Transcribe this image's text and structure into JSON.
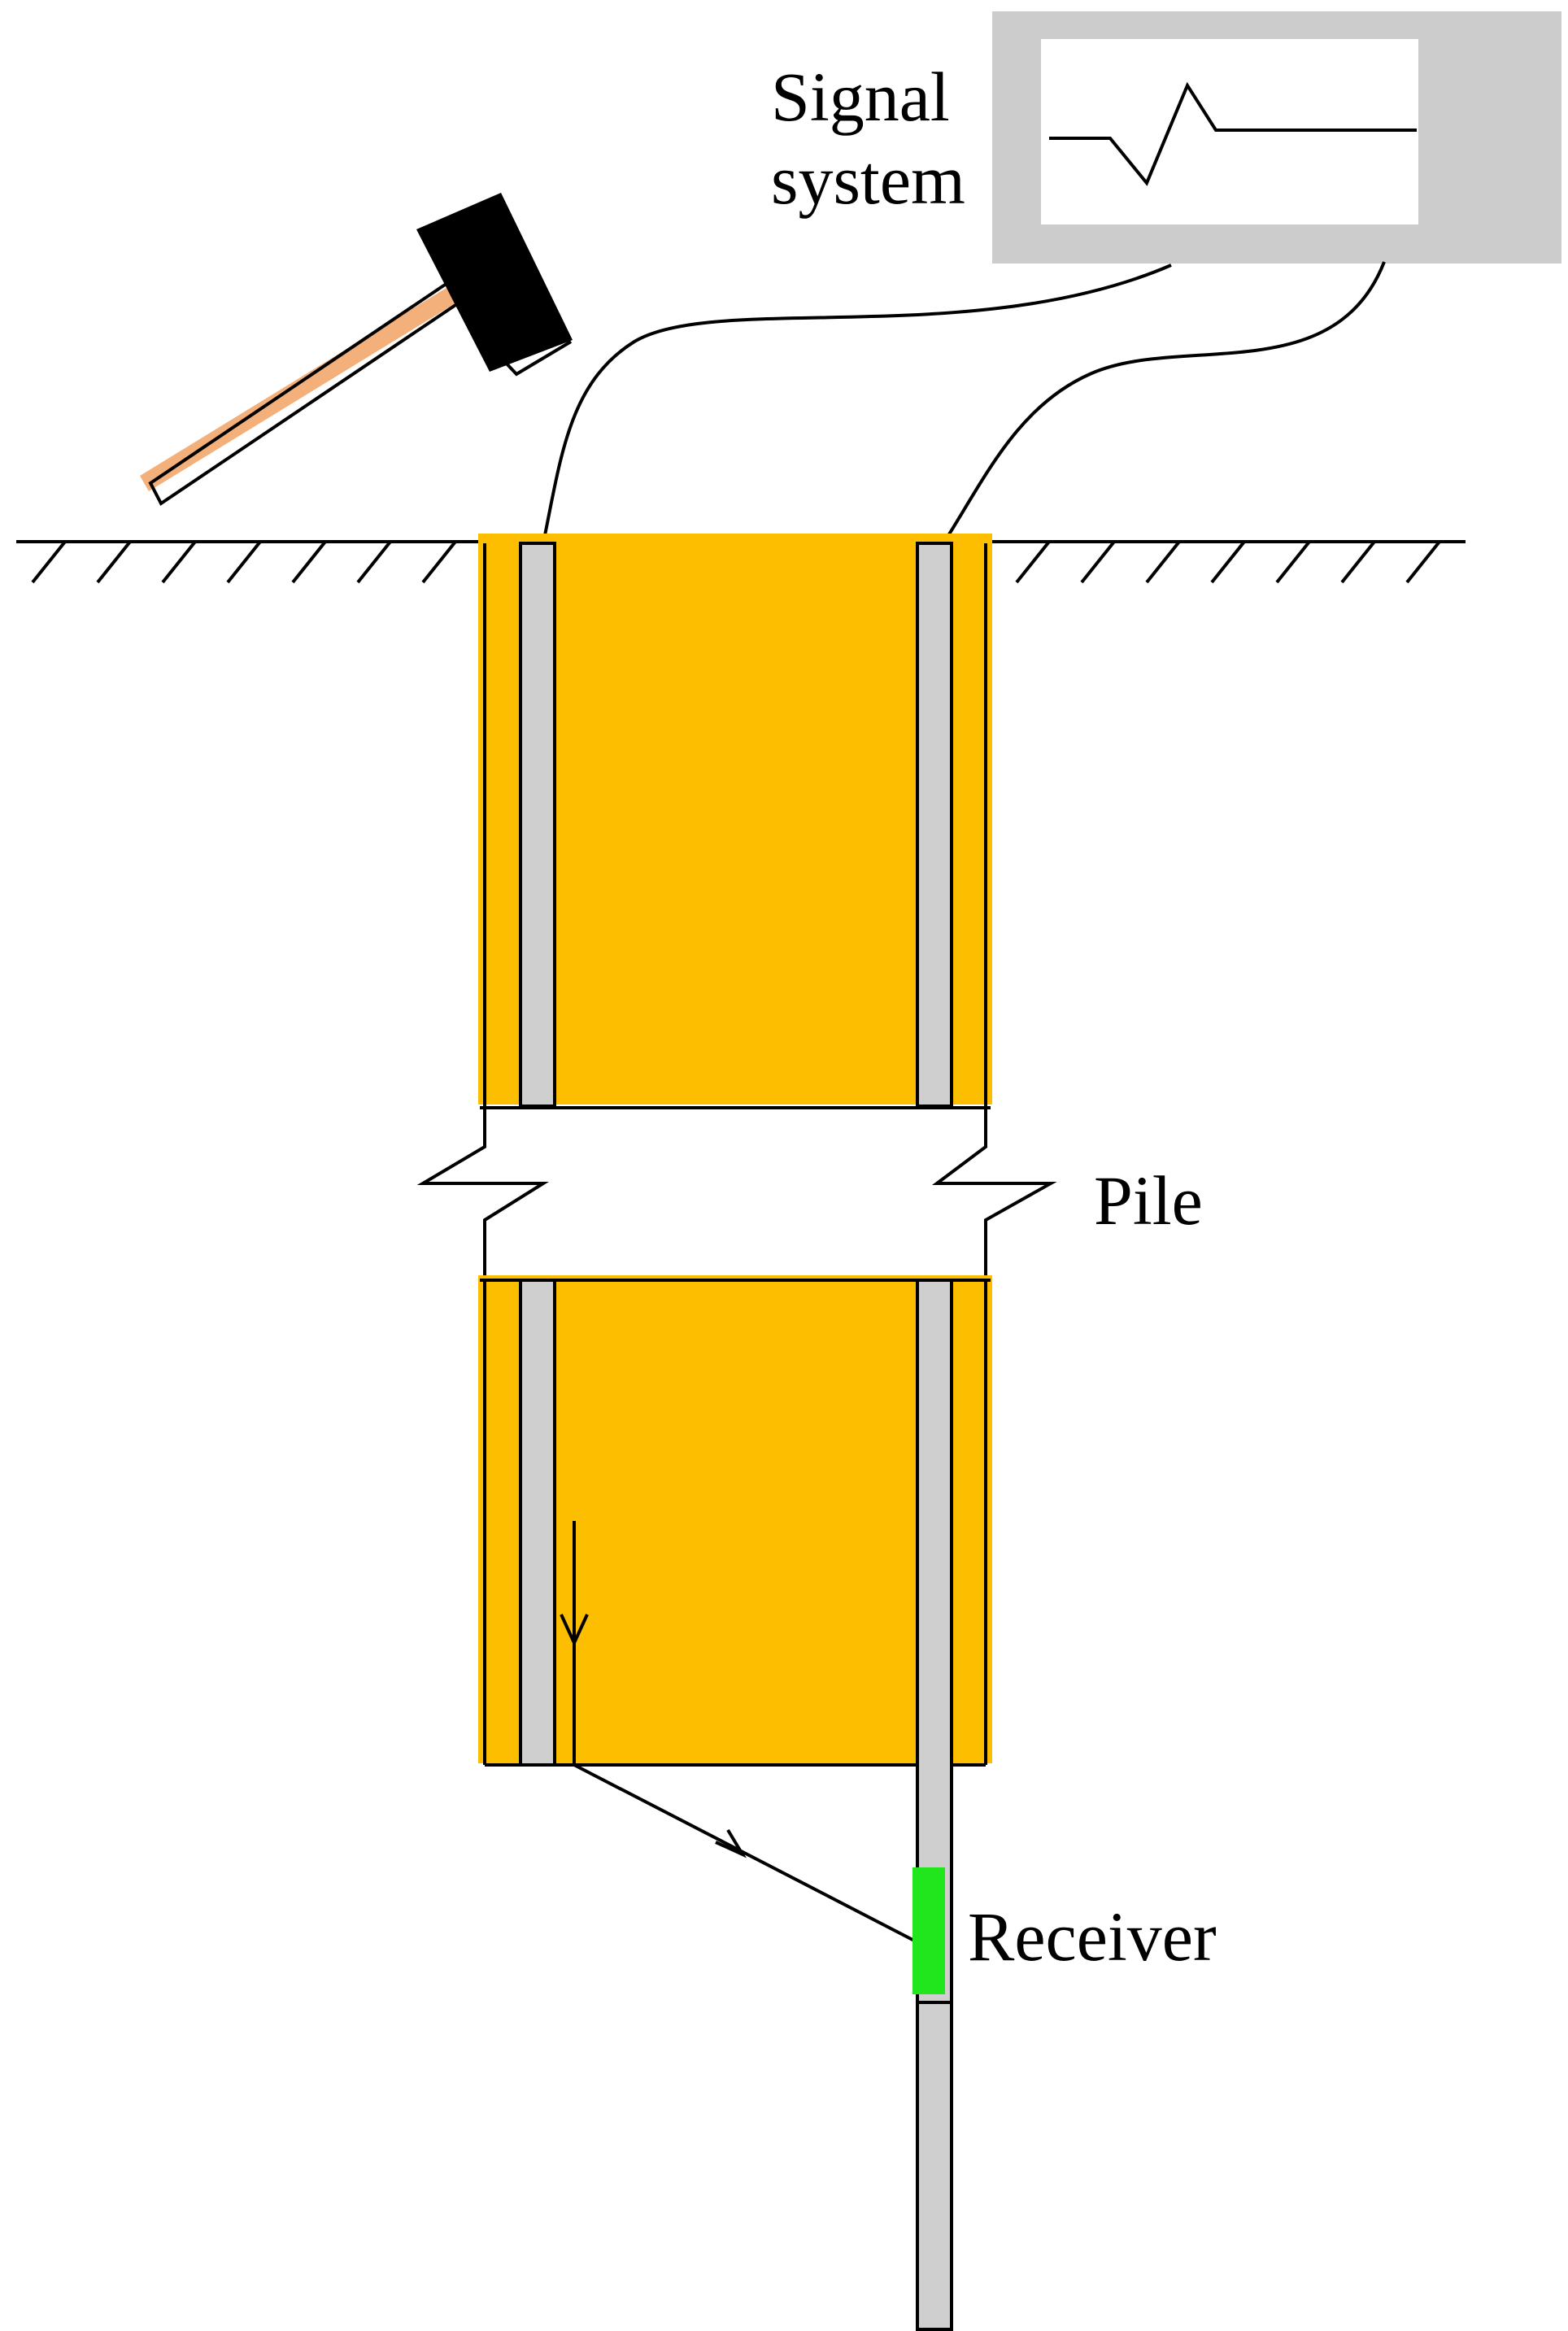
{
  "labels": {
    "signal_line1": "Signal",
    "signal_line2": "system",
    "pile": "Pile",
    "receiver": "Receiver"
  },
  "colors": {
    "pile_fill": "#FDBE00",
    "tube_fill": "#CFCFCF",
    "receiver_fill": "#22E61C",
    "hammer_head": "#000000",
    "hammer_handle": "#F3B07A",
    "monitor_body": "#CCCCCC",
    "line": "#000000"
  },
  "icons": {
    "hammer": "hammer-icon",
    "monitor": "oscilloscope-monitor-icon",
    "receiver": "receiver-sensor-icon"
  }
}
